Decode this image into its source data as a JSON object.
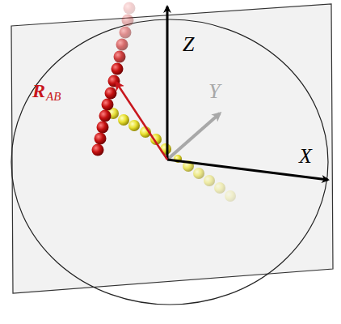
{
  "diagram": {
    "labels": [
      "Z",
      "Y",
      "X",
      "R",
      "AB"
    ]
  }
}
